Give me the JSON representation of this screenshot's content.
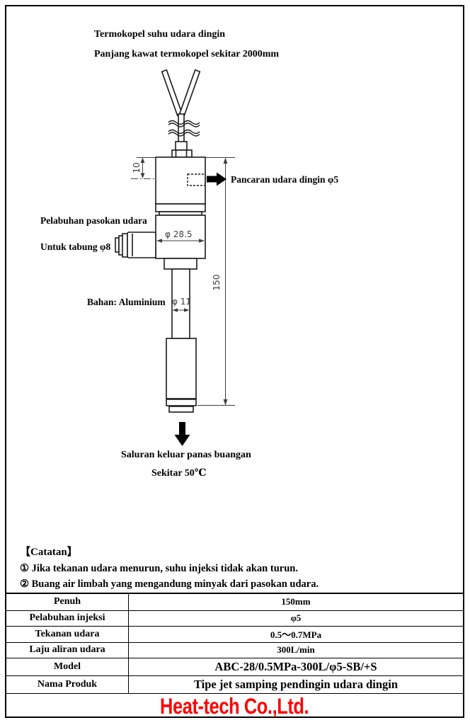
{
  "diagram": {
    "labels": {
      "thermocouple": "Termokopel suhu udara dingin",
      "wire_length": "Panjang kawat termokopel sekitar 2000mm",
      "cold_jet": "Pancaran udara dingin φ5",
      "supply_port": "Pelabuhan pasokan udara",
      "tube": "Untuk tabung φ8",
      "material": "Bahan: Aluminium",
      "exhaust": "Saluran keluar panas buangan",
      "exhaust_temp": "Sekitar 50℃"
    },
    "dimensions": {
      "nozzle_offset": "10",
      "body_diameter": "φ 28.5",
      "total_length": "150",
      "tube_diameter": "φ 11"
    }
  },
  "notes": {
    "heading": "【Catatan】",
    "items": [
      "① Jika tekanan udara menurun, suhu injeksi tidak akan turun.",
      "② Buang air limbah yang mengandung minyak dari pasokan udara."
    ]
  },
  "spec_table": {
    "rows": [
      {
        "label": "Penuh",
        "value": "150mm"
      },
      {
        "label": "Pelabuhan injeksi",
        "value": "φ5"
      },
      {
        "label": "Tekanan udara",
        "value": "0.5～0.7MPa"
      },
      {
        "label": "Laju aliran udara",
        "value": "300L/min"
      },
      {
        "label": "Model",
        "value": "ABC-28/0.5MPa-300L/φ5-SB/+S"
      },
      {
        "label": "Nama Produk",
        "value": "Tipe jet samping pendingin udara dingin"
      }
    ],
    "footer": {
      "company": "Heat-tech Co.,Ltd.",
      "color": "#ff0000"
    }
  }
}
